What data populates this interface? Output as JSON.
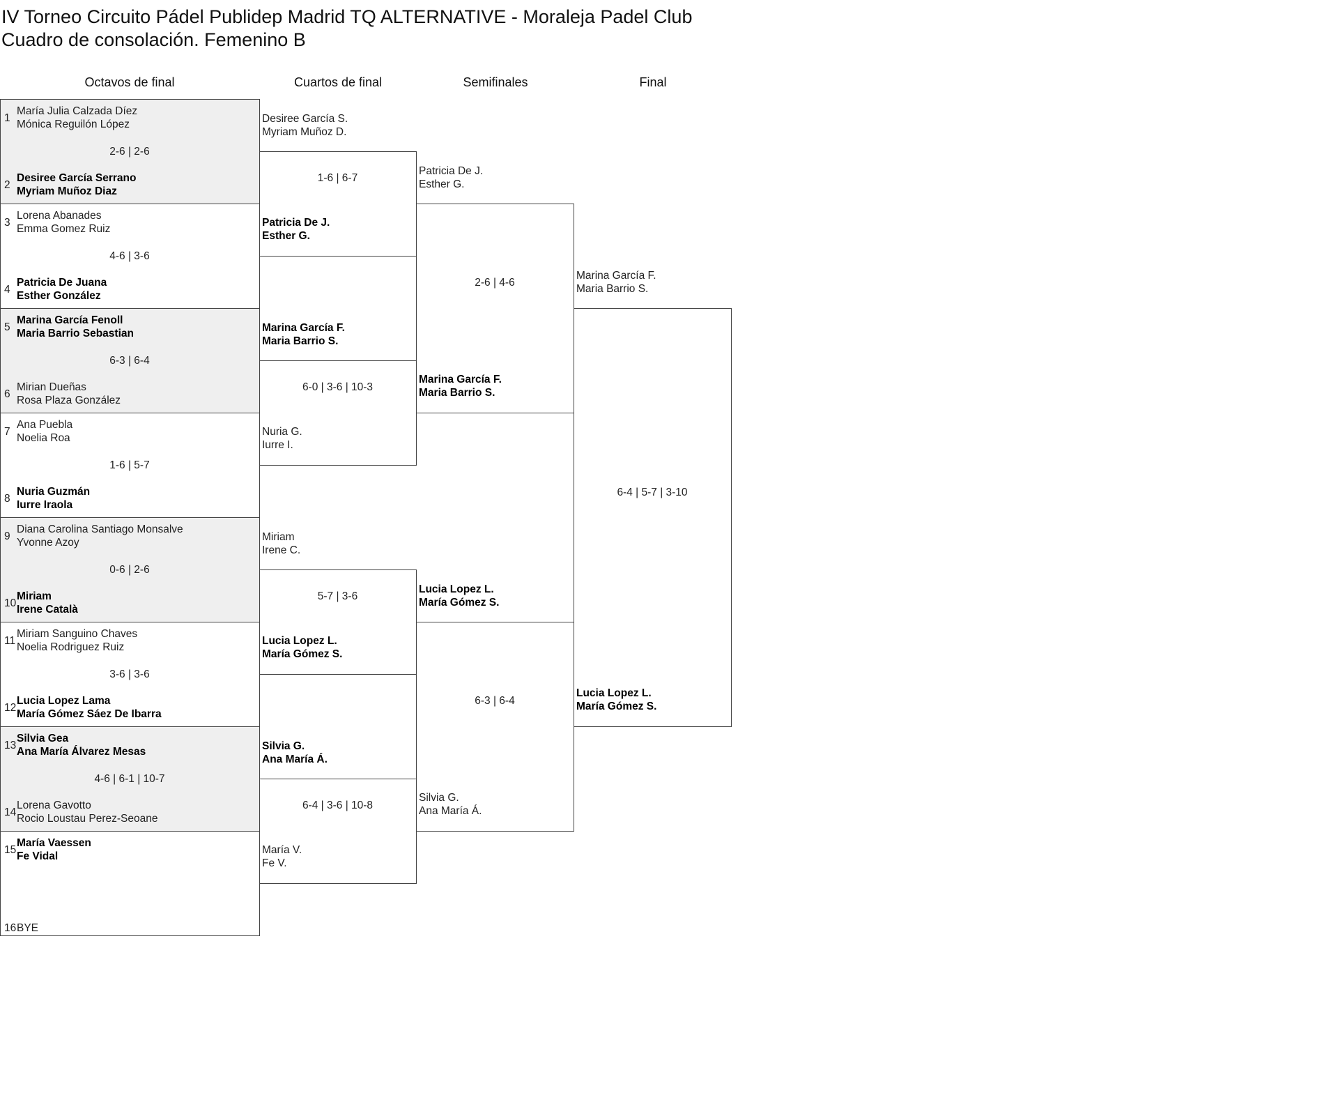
{
  "header": {
    "title": "IV Torneo Circuito Pádel Publidep Madrid TQ ALTERNATIVE - Moraleja Padel Club",
    "subtitle": "Cuadro de consolación. Femenino B"
  },
  "colors": {
    "shade": "#efefef",
    "border": "#444444",
    "text": "#222222"
  },
  "rounds": [
    {
      "label": "Octavos de final",
      "matches": [
        {
          "score": "2-6 | 2-6",
          "teams": [
            {
              "seed": "1",
              "names": [
                "María Julia Calzada Díez",
                "Mónica Reguilón López"
              ],
              "winner": false
            },
            {
              "seed": "2",
              "names": [
                "Desiree García Serrano",
                "Myriam Muñoz Diaz"
              ],
              "winner": true
            }
          ]
        },
        {
          "score": "4-6 | 3-6",
          "teams": [
            {
              "seed": "3",
              "names": [
                "Lorena Abanades",
                "Emma Gomez Ruiz"
              ],
              "winner": false
            },
            {
              "seed": "4",
              "names": [
                "Patricia De Juana",
                "Esther González"
              ],
              "winner": true
            }
          ]
        },
        {
          "score": "6-3 | 6-4",
          "teams": [
            {
              "seed": "5",
              "names": [
                "Marina García Fenoll",
                "Maria Barrio Sebastian"
              ],
              "winner": true
            },
            {
              "seed": "6",
              "names": [
                "Mirian Dueñas",
                "Rosa Plaza González"
              ],
              "winner": false
            }
          ]
        },
        {
          "score": "1-6 | 5-7",
          "teams": [
            {
              "seed": "7",
              "names": [
                "Ana Puebla",
                "Noelia Roa"
              ],
              "winner": false
            },
            {
              "seed": "8",
              "names": [
                "Nuria Guzmán",
                "Iurre Iraola"
              ],
              "winner": true
            }
          ]
        },
        {
          "score": "0-6 | 2-6",
          "teams": [
            {
              "seed": "9",
              "names": [
                "Diana Carolina Santiago Monsalve",
                "Yvonne Azoy"
              ],
              "winner": false
            },
            {
              "seed": "10",
              "names": [
                "Miriam",
                "Irene Català"
              ],
              "winner": true
            }
          ]
        },
        {
          "score": "3-6 | 3-6",
          "teams": [
            {
              "seed": "11",
              "names": [
                "Miriam Sanguino Chaves",
                "Noelia Rodriguez Ruiz"
              ],
              "winner": false
            },
            {
              "seed": "12",
              "names": [
                "Lucia Lopez Lama",
                "María Gómez Sáez De Ibarra"
              ],
              "winner": true
            }
          ]
        },
        {
          "score": "4-6 | 6-1 | 10-7",
          "teams": [
            {
              "seed": "13",
              "names": [
                "Silvia Gea",
                "Ana María Álvarez Mesas"
              ],
              "winner": true
            },
            {
              "seed": "14",
              "names": [
                "Lorena Gavotto",
                "Rocio Loustau Perez-Seoane"
              ],
              "winner": false
            }
          ]
        },
        {
          "score": "",
          "teams": [
            {
              "seed": "15",
              "names": [
                "María Vaessen",
                "Fe Vidal"
              ],
              "winner": true
            },
            {
              "seed": "16",
              "names": [
                "BYE"
              ],
              "winner": false
            }
          ]
        }
      ]
    },
    {
      "label": "Cuartos de final",
      "matches": [
        {
          "score": "1-6 | 6-7",
          "teams": [
            {
              "names": [
                "Desiree García S.",
                "Myriam Muñoz D."
              ],
              "winner": false
            },
            {
              "names": [
                "Patricia De J.",
                "Esther G."
              ],
              "winner": true
            }
          ]
        },
        {
          "score": "6-0 | 3-6 | 10-3",
          "teams": [
            {
              "names": [
                "Marina García F.",
                "Maria Barrio S."
              ],
              "winner": true
            },
            {
              "names": [
                "Nuria G.",
                "Iurre I."
              ],
              "winner": false
            }
          ]
        },
        {
          "score": "5-7 | 3-6",
          "teams": [
            {
              "names": [
                "Miriam",
                "Irene C."
              ],
              "winner": false
            },
            {
              "names": [
                "Lucia Lopez L.",
                "María Gómez S."
              ],
              "winner": true
            }
          ]
        },
        {
          "score": "6-4 | 3-6 | 10-8",
          "teams": [
            {
              "names": [
                "Silvia G.",
                "Ana María Á."
              ],
              "winner": true
            },
            {
              "names": [
                "María V.",
                "Fe V."
              ],
              "winner": false
            }
          ]
        }
      ]
    },
    {
      "label": "Semifinales",
      "matches": [
        {
          "score": "2-6 | 4-6",
          "teams": [
            {
              "names": [
                "Patricia De J.",
                "Esther G."
              ],
              "winner": false
            },
            {
              "names": [
                "Marina García F.",
                "Maria Barrio S."
              ],
              "winner": true
            }
          ]
        },
        {
          "score": "6-3 | 6-4",
          "teams": [
            {
              "names": [
                "Lucia Lopez L.",
                "María Gómez S."
              ],
              "winner": true
            },
            {
              "names": [
                "Silvia G.",
                "Ana María Á."
              ],
              "winner": false
            }
          ]
        }
      ]
    },
    {
      "label": "Final",
      "matches": [
        {
          "score": "6-4 | 5-7 | 3-10",
          "teams": [
            {
              "names": [
                "Marina García F.",
                "Maria Barrio S."
              ],
              "winner": false
            },
            {
              "names": [
                "Lucia Lopez L.",
                "María Gómez S."
              ],
              "winner": true
            }
          ]
        }
      ]
    }
  ]
}
